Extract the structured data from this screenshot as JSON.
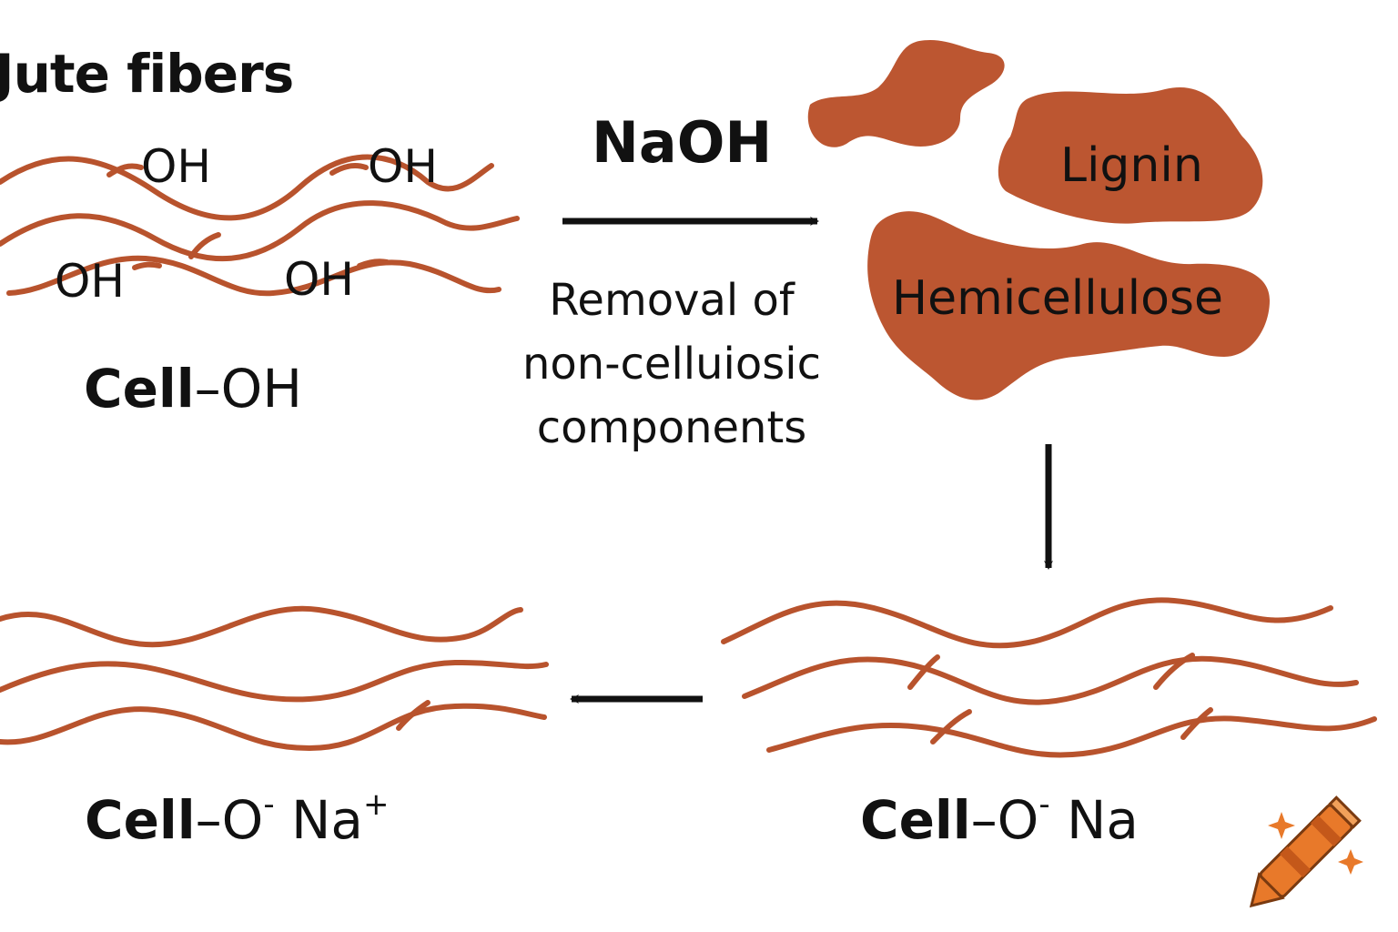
{
  "title": "Jute fibers",
  "hydroxyl_label": "OH",
  "reagent": "NaOH",
  "description": "Removal of non-celluiosic components",
  "blobs": {
    "lignin": "Lignin",
    "hemicellulose": "Hemicellulose"
  },
  "formulas": {
    "start": {
      "bold": "Cell",
      "rest": "–OH"
    },
    "middle": {
      "bold": "Cell",
      "rest": "–O",
      "sup": "-",
      "tail": " Na"
    },
    "final": {
      "bold": "Cell",
      "rest": "–O",
      "sup": "-",
      "tail": " Na",
      "sup2": "+"
    }
  },
  "colors": {
    "fiber": "#b8532d",
    "blob": "#bc5631",
    "ink": "#111111",
    "crayon": "#e8792a"
  },
  "icons": [
    "crayon-icon",
    "sparkle-icon"
  ]
}
